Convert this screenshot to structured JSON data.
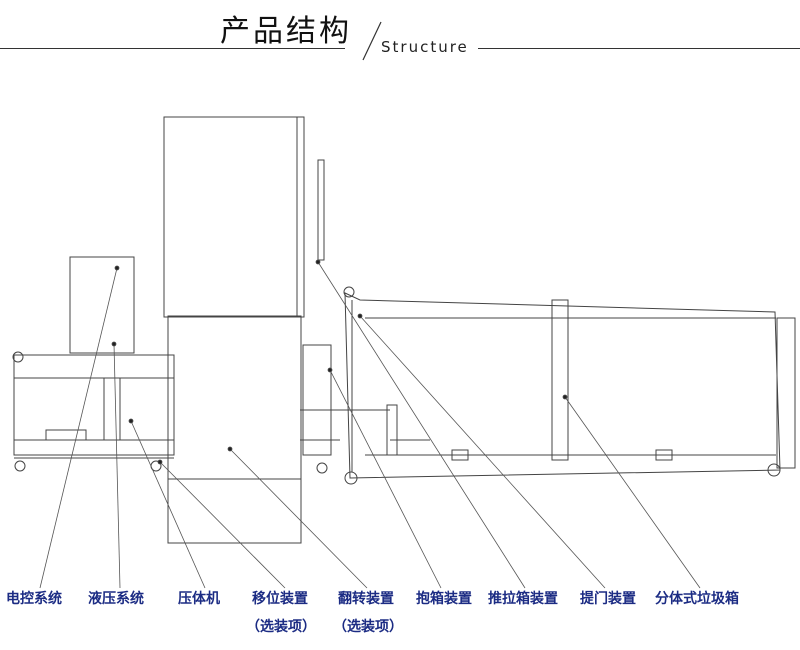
{
  "header": {
    "title": "产品结构",
    "subtitle": "Structure"
  },
  "labels": {
    "electric_control": "电控系统",
    "hydraulic": "液压系统",
    "compactor": "压体机",
    "shift_device": "移位装置",
    "flip_device": "翻转装置",
    "hold_box_device": "抱箱装置",
    "push_pull_box_device": "推拉箱装置",
    "door_lift_device": "提门装置",
    "split_garbage_box": "分体式垃圾箱",
    "optional_1": "（选装项）",
    "optional_2": "（选装项）"
  },
  "colors": {
    "label": "#1c2c84",
    "line": "#333333"
  }
}
